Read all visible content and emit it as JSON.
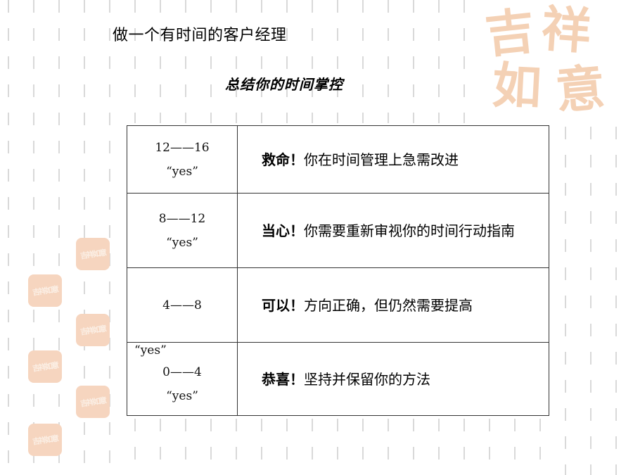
{
  "page": {
    "title": "做一个有时间的客户经理",
    "subtitle": "总结你的时间掌控"
  },
  "rows": [
    {
      "range": "12——16",
      "yes_below": "“yes”",
      "lead": "救命！",
      "text": "你在时间管理上急需改进"
    },
    {
      "range": "8——12",
      "yes_below": "“yes”",
      "lead": "当心！",
      "text": "你需要重新审视你的时间行动指南"
    },
    {
      "range": "4——8",
      "yes_below": "",
      "lead": "可以！",
      "text": "方向正确，但仍然需要提高"
    },
    {
      "range": "0——4",
      "yes_above": "“yes”",
      "yes_below": "“yes”",
      "lead": "恭喜！",
      "text": "坚持并保留你的方法"
    }
  ],
  "decor": {
    "seal_text_big": [
      "吉",
      "祥",
      "如",
      "意"
    ],
    "seal_text_small": "吉祥如意",
    "seal_color": "#f6d5bf"
  }
}
